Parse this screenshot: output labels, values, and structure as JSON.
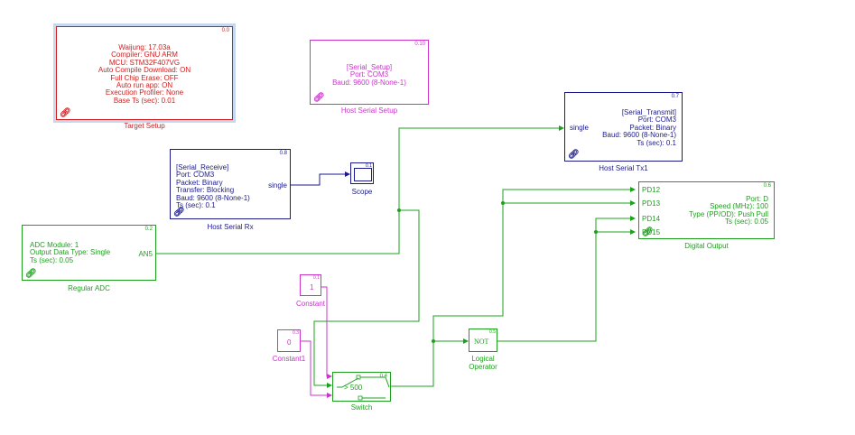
{
  "target_setup": {
    "priority": "0.0",
    "lines": [
      "Waijung: 17.03a",
      "Compiler: GNU ARM",
      "MCU: STM32F407VG",
      "Auto Compile Download: ON",
      "Full Chip Erase: OFF",
      "Auto run app: ON",
      "Execution Profiler: None",
      "Base Ts (sec): 0.01"
    ],
    "caption": "Target Setup"
  },
  "host_serial_setup": {
    "priority": "0.10",
    "lines": [
      "[Serial_Setup]",
      "Port: COM3",
      "Baud: 9600 (8-None-1)"
    ],
    "caption": "Host Serial Setup"
  },
  "host_serial_tx": {
    "priority": "0.7",
    "lines": [
      "[Serial_Transmit]",
      "Port: COM3",
      "Packet: Binary",
      "Baud: 9600 (8-None-1)",
      "Ts (sec): 0.1"
    ],
    "port_in": "single",
    "caption": "Host Serial Tx1"
  },
  "host_serial_rx": {
    "priority": "0.8",
    "lines": [
      "[Serial_Receive]",
      "Port: COM3",
      "Packet: Binary",
      "Transfer: Blocking",
      "Baud: 9600 (8-None-1)",
      "Ts (sec): 0.1"
    ],
    "port_out": "single",
    "caption": "Host Serial Rx"
  },
  "scope": {
    "priority": "0.1",
    "caption": "Scope"
  },
  "regular_adc": {
    "priority": "0.2",
    "lines": [
      "ADC Module: 1",
      "Output Data Type: Single",
      "Ts (sec): 0.05"
    ],
    "port_out": "AN5",
    "caption": "Regular ADC"
  },
  "digital_output": {
    "priority": "0.6",
    "ports": [
      "PD12",
      "PD13",
      "PD14",
      "PD15"
    ],
    "lines": [
      "Port: D",
      "Speed (MHz): 100",
      "Type (PP/OD): Push Pull",
      "Ts (sec): 0.05"
    ],
    "caption": "Digital Output"
  },
  "constant": {
    "priority": "0.1",
    "value": "1",
    "caption": "Constant"
  },
  "constant1": {
    "priority": "0.3",
    "value": "0",
    "caption": "Constant1"
  },
  "switch": {
    "priority": "0.4",
    "criteria": "> 500",
    "caption": "Switch"
  },
  "logical_operator": {
    "priority": "0.5",
    "op": "NOT",
    "caption": "Logical\nOperator"
  },
  "colors": {
    "red": "#d21e1e",
    "magenta": "#cc33cc",
    "blue": "#1a1a8c",
    "green": "#1ea01e"
  }
}
